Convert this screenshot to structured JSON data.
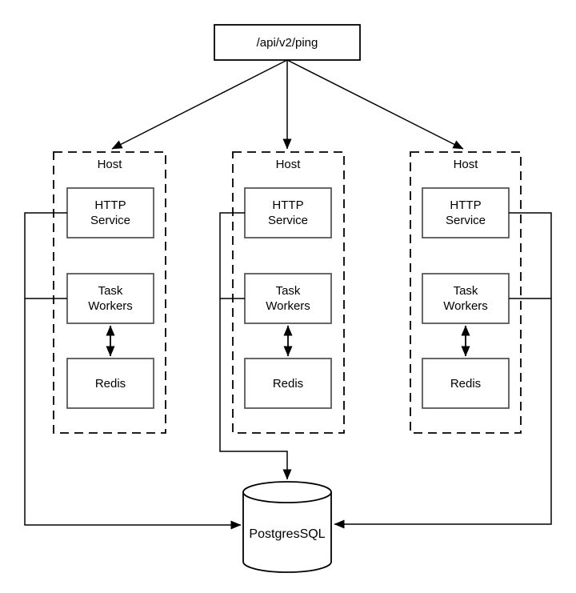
{
  "diagram": {
    "endpoint": {
      "label": "/api/v2/ping"
    },
    "hosts": [
      {
        "label": "Host",
        "http_service": {
          "line1": "HTTP",
          "line2": "Service"
        },
        "task_workers": {
          "line1": "Task",
          "line2": "Workers"
        },
        "redis": {
          "label": "Redis"
        }
      },
      {
        "label": "Host",
        "http_service": {
          "line1": "HTTP",
          "line2": "Service"
        },
        "task_workers": {
          "line1": "Task",
          "line2": "Workers"
        },
        "redis": {
          "label": "Redis"
        }
      },
      {
        "label": "Host",
        "http_service": {
          "line1": "HTTP",
          "line2": "Service"
        },
        "task_workers": {
          "line1": "Task",
          "line2": "Workers"
        },
        "redis": {
          "label": "Redis"
        }
      }
    ],
    "database": {
      "label": "PostgresSQL"
    },
    "colors": {
      "line": "#000000",
      "node_border": "#4d4d4d",
      "background": "#ffffff",
      "text": "#000000"
    }
  }
}
